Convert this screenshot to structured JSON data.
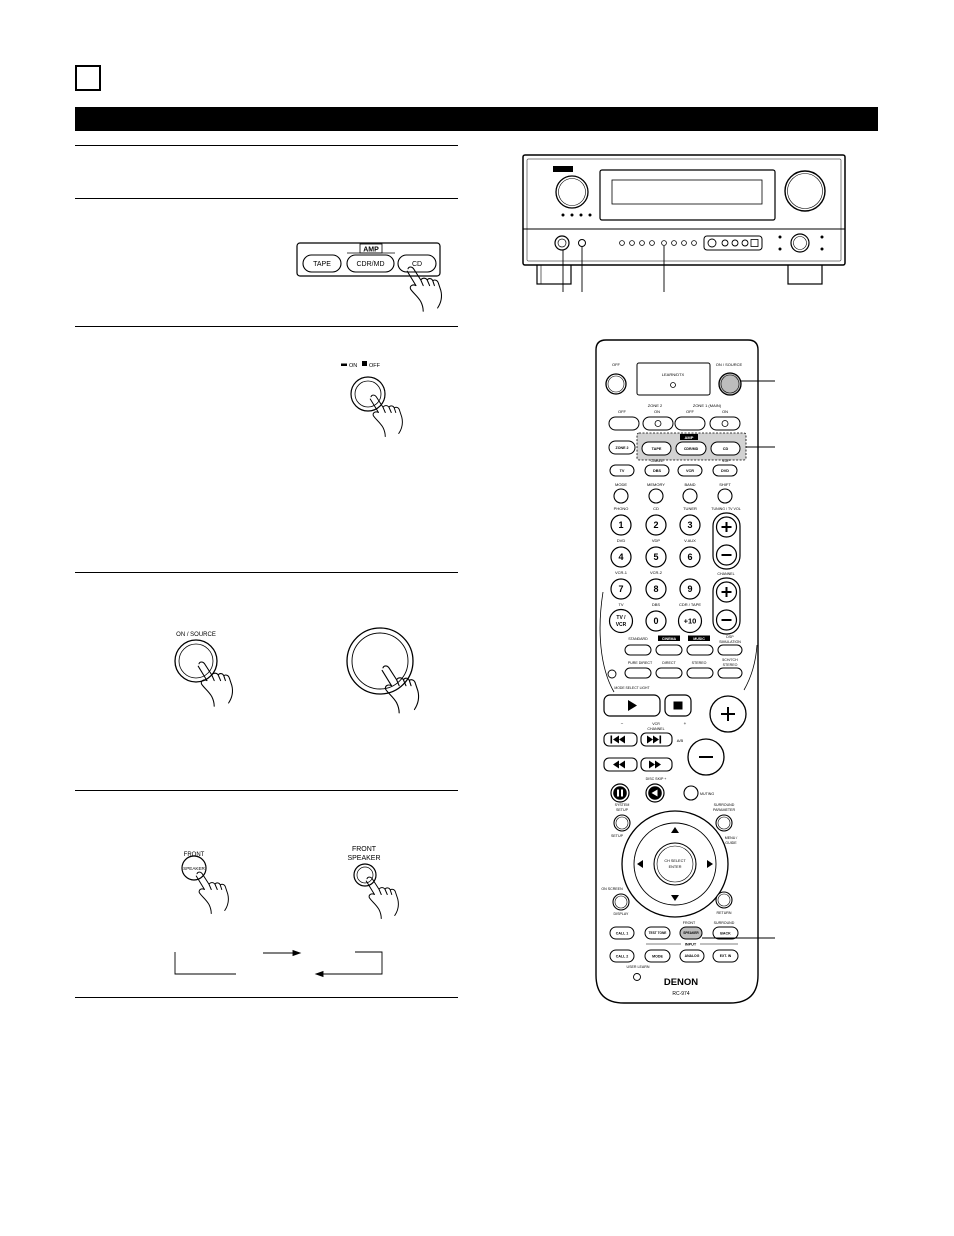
{
  "amp_panel": {
    "group_label": "AMP",
    "tape": "TAPE",
    "cdr_md": "CDR/MD",
    "cd": "CD"
  },
  "power_switch": {
    "on": "ON",
    "off": "OFF"
  },
  "on_source_button": {
    "label": "ON / SOURCE"
  },
  "front_speaker_remote": {
    "label": "FRONT",
    "button": "SPEAKER"
  },
  "front_speaker_panel": {
    "line1": "FRONT",
    "line2": "SPEAKER"
  },
  "remote": {
    "top": {
      "off": "OFF",
      "learn": "LEARN/DTX",
      "on_source": "ON / SOURCE"
    },
    "zones": {
      "zone2": "ZONE 2",
      "zone1": "ZONE 1 (MAIN)",
      "zone2_off": "OFF",
      "zone2_on": "ON",
      "zone1_off": "OFF",
      "zone1_on": "ON"
    },
    "input_select": {
      "amp": "AMP",
      "zone2": "ZONE 2",
      "tape": "TAPE",
      "cdr_md": "CDR/MD",
      "cd": "CD"
    },
    "sources": {
      "cable": "CABLE",
      "vdp": "VDP",
      "tv": "TV",
      "dbs": "DBS",
      "vcr": "VCR",
      "dvd": "DVD"
    },
    "functions": {
      "mode": "MODE",
      "memory": "MEMORY",
      "band": "BAND",
      "shift": "SHIFT"
    },
    "keypad": {
      "row_labels": [
        [
          "PHONO",
          "CD",
          "TUNER"
        ],
        [
          "DVD",
          "VDP",
          "V.AUX"
        ],
        [
          "VCR-1",
          "VCR-2"
        ],
        [
          "TV",
          "DBS",
          "CDR / TAPE"
        ]
      ],
      "keys": [
        [
          "1",
          "2",
          "3"
        ],
        [
          "4",
          "5",
          "6"
        ],
        [
          "7",
          "8",
          "9"
        ]
      ],
      "special_keys": {
        "tv_vcr_top": "TV /",
        "tv_vcr_bottom": "VCR",
        "zero": "0",
        "plus10": "+10"
      },
      "volume_label": "TUNING / TV VOL",
      "channel_label": "CHANNEL"
    },
    "surround": {
      "standard": "STANDARD",
      "cinema": "CINEMA",
      "music": "MUSIC",
      "dsp_line1": "DSP",
      "dsp_line2": "SIMULATION",
      "pure_direct": "PURE DIRECT",
      "direct": "DIRECT",
      "stereo": "STEREO",
      "multi_line1": "5CH/7CH",
      "multi_line2": "STEREO",
      "mode_select_light": "MODE SELECT LIGHT"
    },
    "transport": {
      "vcr_minus": "−",
      "vcr_label": "VCR",
      "channel_label": "CHANNEL",
      "vcr_plus": "+",
      "ab": "A/B",
      "disc_skip": "DISC SKIP +",
      "muting": "MUTING"
    },
    "system": {
      "system_setup_1": "SYSTEM",
      "system_setup_2": "SETUP",
      "setup": "SETUP",
      "surround_param_1": "SURROUND",
      "surround_param_2": "PARAMETER",
      "menu_1": "MENU /",
      "menu_2": "GUIDE"
    },
    "dpad": {
      "center_1": "CH SELECT",
      "center_2": "ENTER"
    },
    "display": {
      "on_screen": "ON SCREEN",
      "display": "DISPLAY",
      "return": "RETURN"
    },
    "bottom": {
      "front": "FRONT",
      "surround": "SURROUND",
      "call1": "CALL 1",
      "test_tone": "TEST TONE",
      "speaker": "SPEAKER",
      "back": "BACK",
      "input": "INPUT",
      "call2": "CALL 2",
      "mode": "MODE",
      "analog": "ANALOG",
      "ext_in": "EXT. IN",
      "user_learn": "USER LEARN"
    },
    "brand": {
      "logo": "DENON",
      "model": "RC-974"
    }
  },
  "colors": {
    "ink": "#000000",
    "highlight_gray": "#bdbdbd",
    "group_gray": "#d2d2d2"
  }
}
